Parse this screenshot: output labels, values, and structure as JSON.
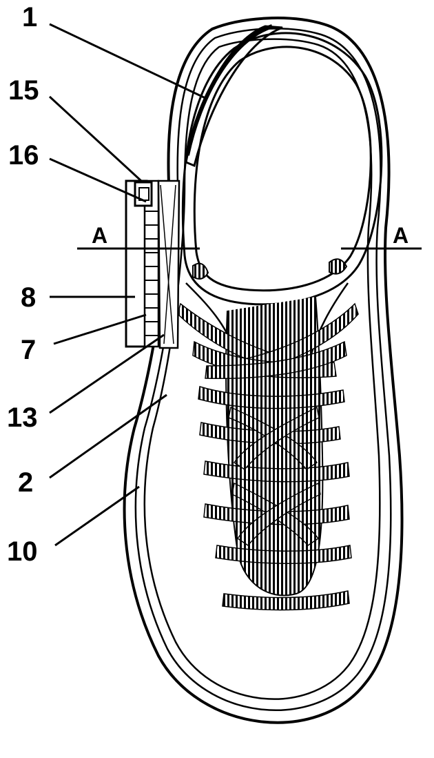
{
  "figure": {
    "labels": {
      "l1": "1",
      "l15": "15",
      "l16": "16",
      "l8": "8",
      "l7": "7",
      "l13": "13",
      "l2": "2",
      "l10": "10"
    },
    "section_left": "A",
    "section_right": "A",
    "colors": {
      "line": "#000000",
      "background": "#ffffff"
    }
  }
}
